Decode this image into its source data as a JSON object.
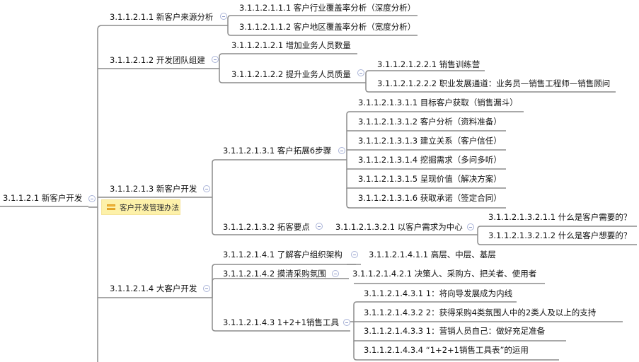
{
  "mindmap": {
    "root": {
      "label": "3.1.1.2.1  新客户开发"
    },
    "branches": [
      {
        "label": "3.1.1.2.1.1  新客户来源分析",
        "children": [
          {
            "label": "3.1.1.2.1.1.1  客户行业覆盖率分析（深度分析）"
          },
          {
            "label": "3.1.1.2.1.1.2  客户地区覆盖率分析（宽度分析）"
          }
        ]
      },
      {
        "label": "3.1.1.2.1.2  开发团队组建",
        "children": [
          {
            "label": "3.1.1.2.1.2.1  增加业务人员数量"
          },
          {
            "label": "3.1.1.2.1.2.2  提升业务人员质量",
            "children": [
              {
                "label": "3.1.1.2.1.2.2.1  销售训练营"
              },
              {
                "label": "3.1.1.2.1.2.2.2  职业发展通道：业务员—销售工程师—销售顾问"
              }
            ]
          }
        ]
      },
      {
        "label": "3.1.1.2.1.3  新客户开发",
        "note": "客户开发管理办法",
        "children": [
          {
            "label": "3.1.1.2.1.3.1  客户拓展6步骤",
            "children": [
              {
                "label": "3.1.1.2.1.3.1.1  目标客户获取（销售漏斗）"
              },
              {
                "label": "3.1.1.2.1.3.1.2  客户分析（资料准备）"
              },
              {
                "label": "3.1.1.2.1.3.1.3  建立关系（客户信任）"
              },
              {
                "label": "3.1.1.2.1.3.1.4  挖掘需求（多问多听）"
              },
              {
                "label": "3.1.1.2.1.3.1.5  呈现价值（解决方案）"
              },
              {
                "label": "3.1.1.2.1.3.1.6  获取承诺（签定合同）"
              }
            ]
          },
          {
            "label": "3.1.1.2.1.3.2  拓客要点",
            "children": [
              {
                "label": "3.1.1.2.1.3.2.1  以客户需求为中心",
                "children": [
                  {
                    "label": "3.1.1.2.1.3.2.1.1  什么是客户需要的？"
                  },
                  {
                    "label": "3.1.1.2.1.3.2.1.2  什么是客户想要的？"
                  }
                ]
              }
            ]
          }
        ]
      },
      {
        "label": "3.1.1.2.1.4  大客户开发",
        "children": [
          {
            "label": "3.1.1.2.1.4.1  了解客户组织架构",
            "children": [
              {
                "label": "3.1.1.2.1.4.1.1  高层、中层、基层"
              }
            ]
          },
          {
            "label": "3.1.1.2.1.4.2  摸清采购氛围",
            "children": [
              {
                "label": "3.1.1.2.1.4.2.1  决策人、采购方、把关者、使用者"
              }
            ]
          },
          {
            "label": "3.1.1.2.1.4.3  1+2+1销售工具",
            "children": [
              {
                "label": "3.1.1.2.1.4.3.1  1：将向导发展成为内线"
              },
              {
                "label": "3.1.1.2.1.4.3.2  2：获得采购4类氛围人中的2类人及以上的支持"
              },
              {
                "label": "3.1.1.2.1.4.3.3  1：营销人员自己：做好充足准备"
              },
              {
                "label": "3.1.1.2.1.4.3.4  “1+2+1销售工具表”的运用"
              }
            ]
          }
        ]
      }
    ]
  },
  "colors": {
    "line": "#8c8c8c",
    "text": "#111111",
    "toggle": "#8a96c6",
    "note_bg": "#fdf1a9",
    "note_icon": "#f0b43a"
  }
}
